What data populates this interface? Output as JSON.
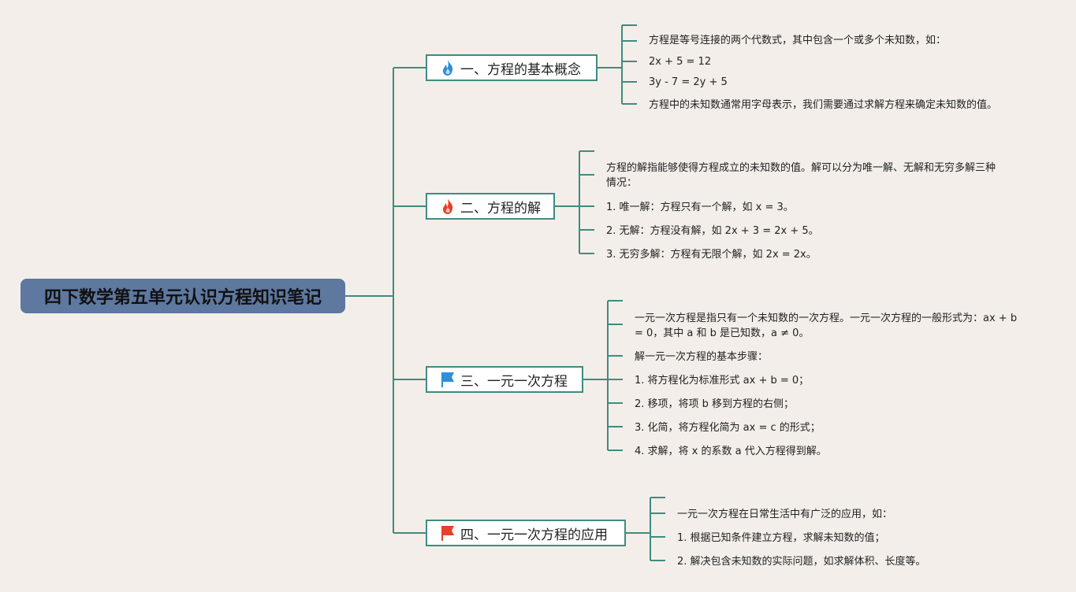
{
  "root": {
    "title": "四下数学第五单元认识方程知识笔记"
  },
  "colors": {
    "line": "#3f8c7f",
    "root_bg": "#5e789f",
    "bg": "#f3eee9",
    "fire_blue": "#2f8fd8",
    "fire_red": "#e5412b",
    "flag_blue": "#2f8fd8",
    "flag_red": "#e5412b"
  },
  "topics": [
    {
      "label": "一、方程的基本概念",
      "icon": "fire-blue-icon",
      "items": [
        "方程是等号连接的两个代数式，其中包含一个或多个未知数，如：",
        "2x + 5 = 12",
        "3y - 7 = 2y + 5",
        "方程中的未知数通常用字母表示，我们需要通过求解方程来确定未知数的值。"
      ]
    },
    {
      "label": "二、方程的解",
      "icon": "fire-red-icon",
      "items": [
        "方程的解指能够使得方程成立的未知数的值。解可以分为唯一解、无解和无穷多解三种情况：",
        "1. 唯一解：方程只有一个解，如 x = 3。",
        "2. 无解：方程没有解，如 2x + 3 = 2x + 5。",
        "3. 无穷多解：方程有无限个解，如 2x = 2x。"
      ]
    },
    {
      "label": "三、一元一次方程",
      "icon": "flag-blue-icon",
      "items": [
        "一元一次方程是指只有一个未知数的一次方程。一元一次方程的一般形式为：ax + b = 0，其中 a 和 b 是已知数，a ≠ 0。",
        "解一元一次方程的基本步骤：",
        "1. 将方程化为标准形式 ax + b = 0；",
        "2. 移项，将项 b 移到方程的右侧；",
        "3. 化简，将方程化简为 ax = c 的形式；",
        "4. 求解，将 x 的系数 a 代入方程得到解。"
      ]
    },
    {
      "label": "四、一元一次方程的应用",
      "icon": "flag-red-icon",
      "items": [
        "一元一次方程在日常生活中有广泛的应用，如：",
        "1. 根据已知条件建立方程，求解未知数的值；",
        "2. 解决包含未知数的实际问题，如求解体积、长度等。"
      ]
    }
  ]
}
